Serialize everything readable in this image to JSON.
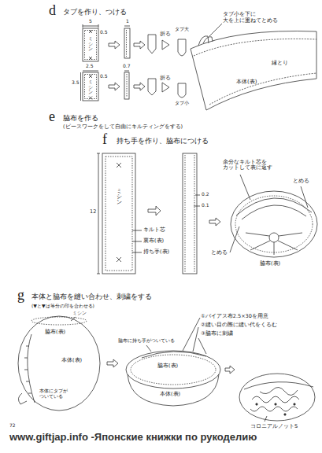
{
  "diagram": {
    "labels": [
      "d",
      "タブを作り、つける",
      "5",
      "1",
      "0.5",
      "ミシン",
      "2.5",
      "3.5",
      "ミシン",
      "0.5",
      "0.7",
      "折る",
      "折る",
      "タブ大",
      "タブ小",
      "タブ小を下に 大を上に重ねてとめる",
      "縁とり",
      "本体(表)",
      "e",
      "脇布を作る",
      "(ピースワークをして自由にキルティングをする)",
      "f",
      "持ち手を作り、脇布につける",
      "12",
      "ミシン",
      "キルト芯",
      "裏布(表)",
      "持ち手(表)",
      "0.2",
      "0.1",
      "余分なキルト芯を カットして表に返す",
      "とめる",
      "とめる",
      "脇布(表)",
      "g",
      "本体と脇布を縫い合わせ、刺繍をする",
      "(▼と▼は等分の印を合わせる)",
      "ミシン",
      "脇布(表)",
      "本体(表)",
      "本体にタブが ついている",
      "①バイアス布2.5×30を用意",
      "②縫い目の際に縫い代をくるむ",
      "脇布に持ち手がついている",
      "③脇布に刺繍",
      "脇布(表)",
      "本体(表)",
      "コロニアルノットS",
      "72",
      "www.giftjap.info -Японские книжки по рукоделию"
    ]
  }
}
